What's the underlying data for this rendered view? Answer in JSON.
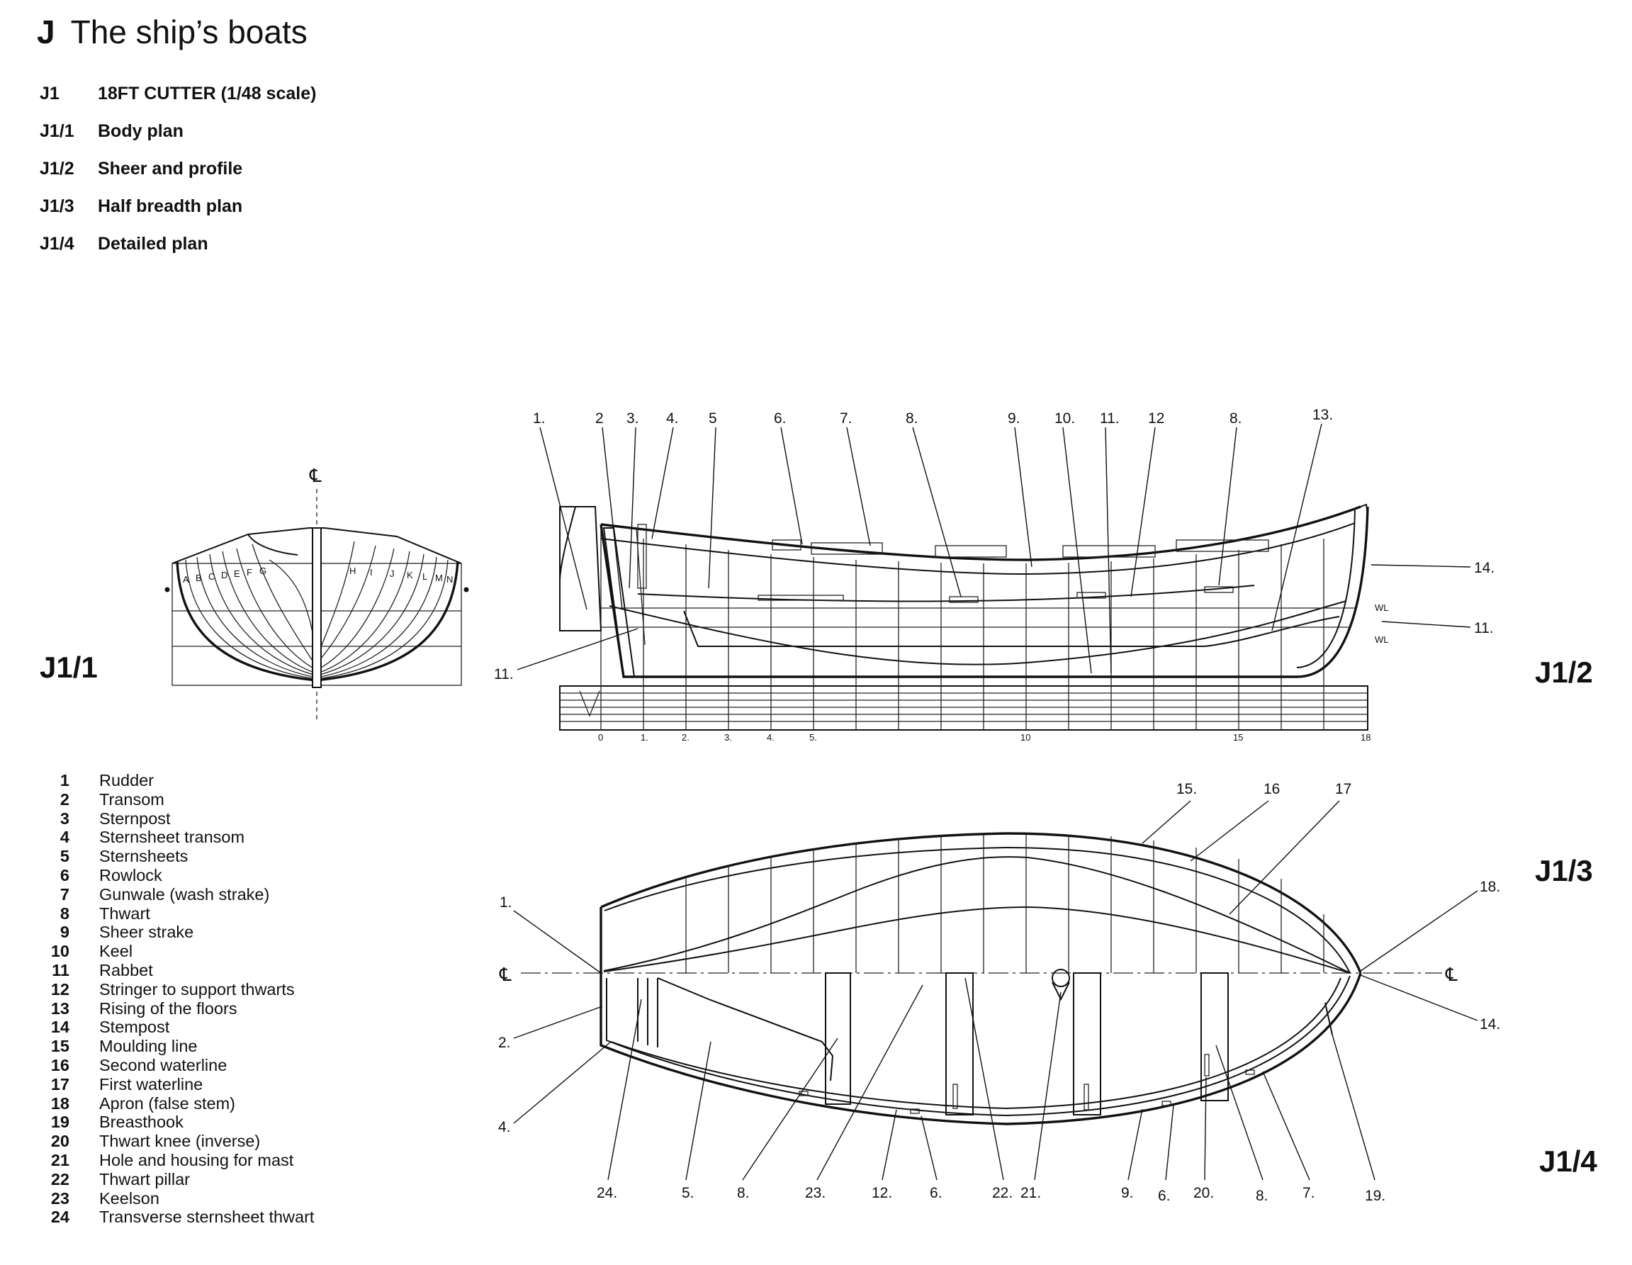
{
  "header": {
    "letter": "J",
    "title": "The ship’s boats"
  },
  "index": [
    {
      "code": "J1",
      "label": "18FT CUTTER (1/48 scale)"
    },
    {
      "code": "J1/1",
      "label": "Body plan"
    },
    {
      "code": "J1/2",
      "label": "Sheer and profile"
    },
    {
      "code": "J1/3",
      "label": "Half breadth plan"
    },
    {
      "code": "J1/4",
      "label": "Detailed plan"
    }
  ],
  "figure_labels": {
    "body_plan": "J1/1",
    "sheer_profile": "J1/2",
    "half_breadth": "J1/3",
    "detailed_plan": "J1/4"
  },
  "legend": [
    {
      "num": "1",
      "label": "Rudder"
    },
    {
      "num": "2",
      "label": "Transom"
    },
    {
      "num": "3",
      "label": "Sternpost"
    },
    {
      "num": "4",
      "label": "Sternsheet transom"
    },
    {
      "num": "5",
      "label": "Sternsheets"
    },
    {
      "num": "6",
      "label": "Rowlock"
    },
    {
      "num": "7",
      "label": "Gunwale (wash strake)"
    },
    {
      "num": "8",
      "label": "Thwart"
    },
    {
      "num": "9",
      "label": "Sheer strake"
    },
    {
      "num": "10",
      "label": "Keel"
    },
    {
      "num": "11",
      "label": "Rabbet"
    },
    {
      "num": "12",
      "label": "Stringer to support thwarts"
    },
    {
      "num": "13",
      "label": "Rising of the floors"
    },
    {
      "num": "14",
      "label": "Stempost"
    },
    {
      "num": "15",
      "label": "Moulding line"
    },
    {
      "num": "16",
      "label": "Second waterline"
    },
    {
      "num": "17",
      "label": "First waterline"
    },
    {
      "num": "18",
      "label": "Apron (false stem)"
    },
    {
      "num": "19",
      "label": "Breasthook"
    },
    {
      "num": "20",
      "label": "Thwart knee (inverse)"
    },
    {
      "num": "21",
      "label": "Hole and housing for mast"
    },
    {
      "num": "22",
      "label": "Thwart pillar"
    },
    {
      "num": "23",
      "label": "Keelson"
    },
    {
      "num": "24",
      "label": "Transverse sternsheet thwart"
    }
  ],
  "symbols": {
    "centreline": "℄"
  },
  "body_plan": {
    "station_letters_aft": [
      "A",
      "B",
      "C",
      "D",
      "E",
      "F",
      "G"
    ],
    "station_letters_fore": [
      "H",
      "I",
      "J",
      "K",
      "L",
      "M",
      "N"
    ]
  },
  "sheer_profile": {
    "callouts_top": [
      "1.",
      "2",
      "3.",
      "4.",
      "5",
      "6.",
      "7.",
      "8.",
      "9.",
      "10.",
      "11.",
      "12",
      "8.",
      "13."
    ],
    "callouts_side": [
      "14.",
      "11.",
      "11."
    ],
    "waterline_marks": [
      "WL",
      "WL"
    ],
    "station_numbers": [
      "0",
      "1.",
      "2.",
      "3.",
      "4.",
      "5.",
      "10",
      "15",
      "18"
    ]
  },
  "half_breadth": {
    "callouts": [
      "15.",
      "16",
      "17",
      "18.",
      "1.",
      "14."
    ]
  },
  "detailed_plan": {
    "callouts_left": [
      "2.",
      "4."
    ],
    "callouts_bottom": [
      "24.",
      "5.",
      "8.",
      "23.",
      "12.",
      "6.",
      "22.",
      "21.",
      "9.",
      "6.",
      "20.",
      "8.",
      "7.",
      "19."
    ]
  }
}
